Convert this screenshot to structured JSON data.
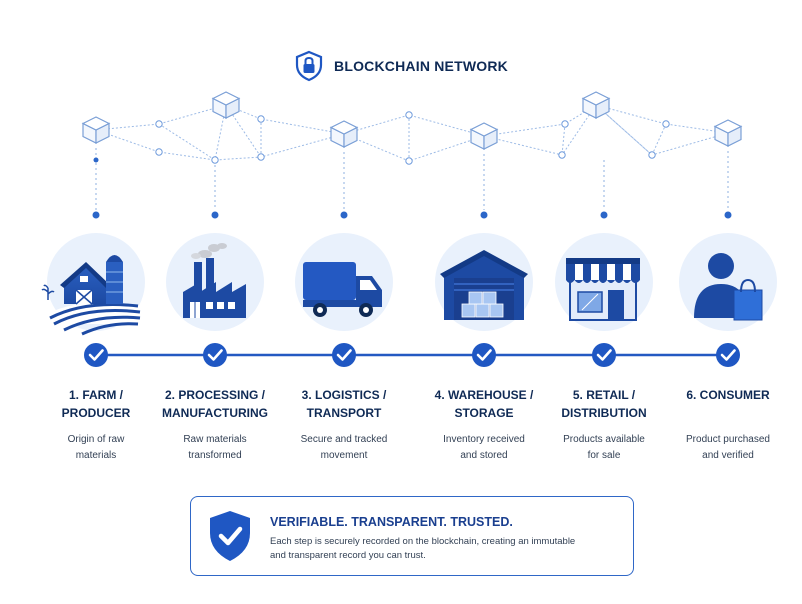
{
  "network": {
    "title": "BLOCKCHAIN NETWORK",
    "icon": "padlock-shield-icon"
  },
  "steps": [
    {
      "line1": "1. FARM /",
      "line2": "PRODUCER",
      "desc1": "Origin of raw",
      "desc2": "materials",
      "icon": "farm-barn-silo-icon"
    },
    {
      "line1": "2. PROCESSING /",
      "line2": "MANUFACTURING",
      "desc1": "Raw materials",
      "desc2": "transformed",
      "icon": "factory-icon"
    },
    {
      "line1": "3. LOGISTICS /",
      "line2": "TRANSPORT",
      "desc1": "Secure and tracked",
      "desc2": "movement",
      "icon": "delivery-truck-icon"
    },
    {
      "line1": "4. WAREHOUSE /",
      "line2": "STORAGE",
      "desc1": "Inventory received",
      "desc2": "and stored",
      "icon": "warehouse-icon"
    },
    {
      "line1": "5. RETAIL /",
      "line2": "DISTRIBUTION",
      "desc1": "Products available",
      "desc2": "for sale",
      "icon": "storefront-icon"
    },
    {
      "line1": "6. CONSUMER",
      "line2": "",
      "desc1": "Product purchased",
      "desc2": "and verified",
      "icon": "consumer-shopping-bag-icon"
    }
  ],
  "footer": {
    "heading": "VERIFIABLE. TRANSPARENT. TRUSTED.",
    "text1": "Each step is securely recorded on the blockchain, creating an immutable",
    "text2": "and transparent record you can trust.",
    "icon": "shield-check-icon"
  },
  "colors": {
    "primary": "#1f57c3",
    "dark": "#0f2a55",
    "light_circle": "#e8f1fd",
    "accent_light": "#8fb7ec"
  }
}
